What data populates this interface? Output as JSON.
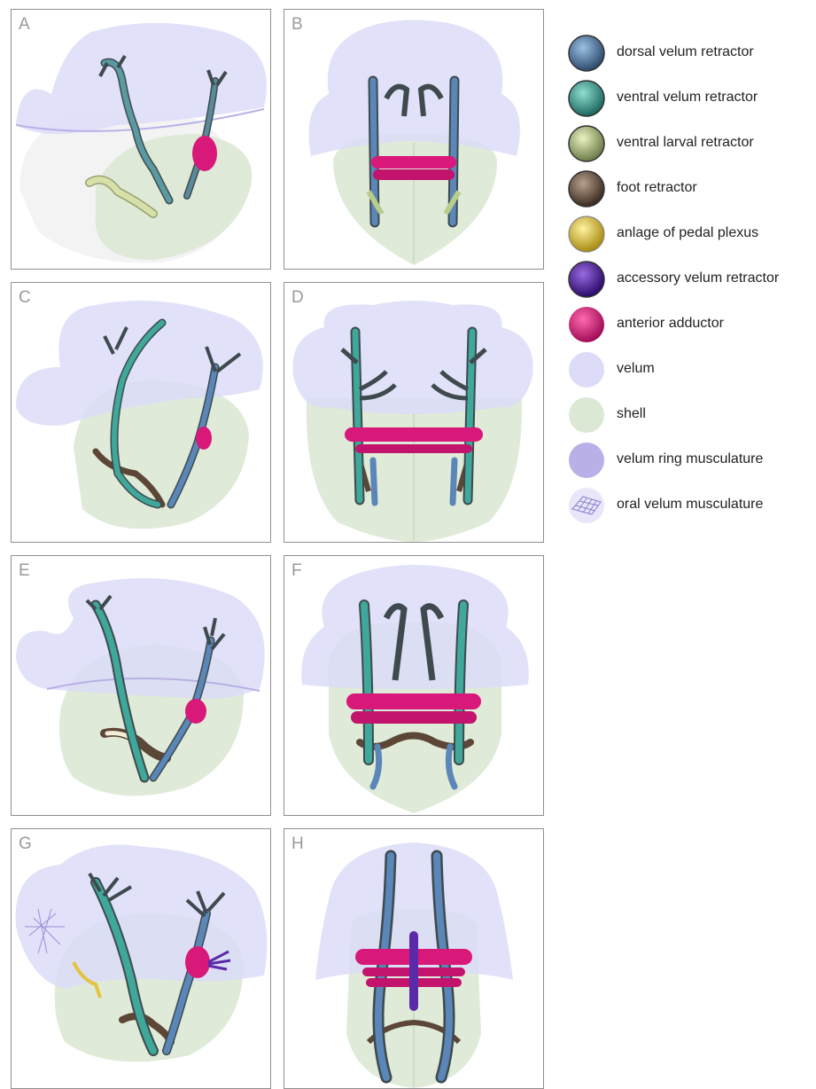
{
  "panels": [
    {
      "id": "A",
      "label": "A"
    },
    {
      "id": "B",
      "label": "B"
    },
    {
      "id": "C",
      "label": "C"
    },
    {
      "id": "D",
      "label": "D"
    },
    {
      "id": "E",
      "label": "E"
    },
    {
      "id": "F",
      "label": "F"
    },
    {
      "id": "G",
      "label": "G"
    },
    {
      "id": "H",
      "label": "H"
    }
  ],
  "legend": [
    {
      "label": "dorsal velum retractor",
      "color": "#5b87b8",
      "icon": "sphere"
    },
    {
      "label": "ventral velum retractor",
      "color": "#3fa89a",
      "icon": "sphere"
    },
    {
      "label": "ventral larval retractor",
      "color": "#b8cc8c",
      "icon": "sphere"
    },
    {
      "label": "foot retractor",
      "color": "#6e5a4a",
      "icon": "sphere"
    },
    {
      "label": "anlage of pedal plexus",
      "color": "#e3c43c",
      "icon": "sphere"
    },
    {
      "label": "accessory velum retractor",
      "color": "#5a2aa8",
      "icon": "sphere"
    },
    {
      "label": "anterior adductor",
      "color": "#d8197a",
      "icon": "sphere"
    },
    {
      "label": "velum",
      "color": "#dcdcf8",
      "icon": "disc"
    },
    {
      "label": "shell",
      "color": "#dbe8d4",
      "icon": "disc"
    },
    {
      "label": "velum ring musculature",
      "color": "#b8b0e6",
      "icon": "disc"
    },
    {
      "label": "oral velum musculature",
      "color": "#9a90d8",
      "icon": "mesh"
    }
  ],
  "colors": {
    "velum": "#dcdcf8",
    "shell": "#dbe8d4",
    "dorsal": "#5b87b8",
    "ventral": "#3fa89a",
    "larval": "#b8cc8c",
    "foot": "#5c4636",
    "plexus": "#e3c43c",
    "accessory": "#5a2aa8",
    "adductor": "#d8197a",
    "outline": "#3e4a4e"
  }
}
